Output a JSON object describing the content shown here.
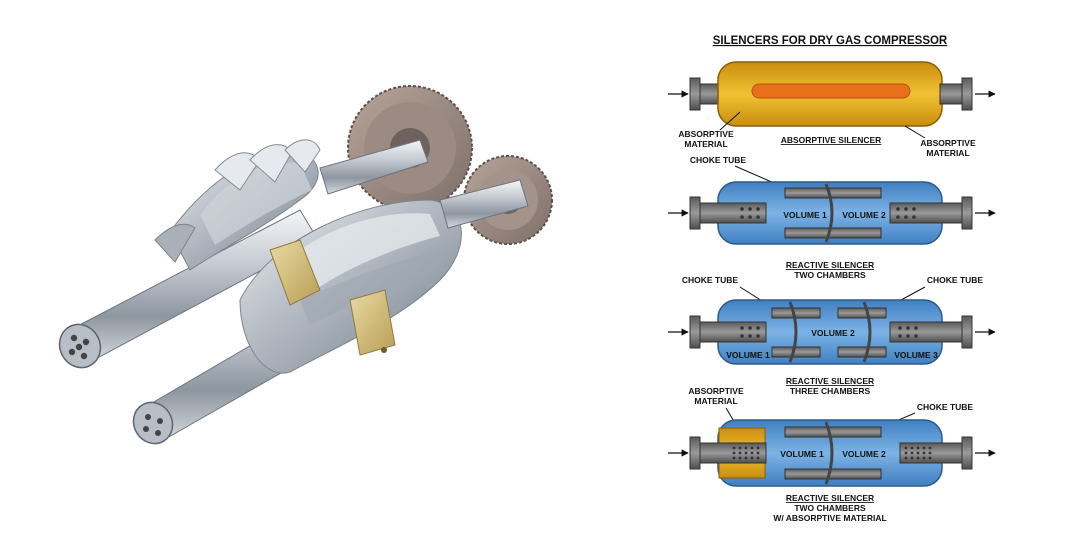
{
  "title": "SILENCERS FOR DRY GAS COMPRESSOR",
  "silencers": [
    {
      "caption": [
        "ABSORPTIVE SILENCER"
      ],
      "callouts": {
        "left": [
          "ABSORPTIVE",
          "MATERIAL"
        ],
        "right": [
          "ABSORPTIVE",
          "MATERIAL"
        ]
      }
    },
    {
      "caption": [
        "REACTIVE SILENCER",
        "TWO CHAMBERS"
      ],
      "callouts": {
        "top": "CHOKE TUBE"
      },
      "volumes": [
        "VOLUME 1",
        "VOLUME 2"
      ]
    },
    {
      "caption": [
        "REACTIVE SILENCER",
        "THREE CHAMBERS"
      ],
      "callouts": {
        "left": "CHOKE TUBE",
        "right": "CHOKE TUBE"
      },
      "volumes": [
        "VOLUME 1",
        "VOLUME 2",
        "VOLUME 3"
      ]
    },
    {
      "caption": [
        "REACTIVE SILENCER",
        "TWO CHAMBERS",
        "W/ ABSORPTIVE MATERIAL"
      ],
      "callouts": {
        "left": [
          "ABSORPTIVE",
          "MATERIAL"
        ],
        "right": "CHOKE TUBE"
      },
      "volumes": [
        "VOLUME 1",
        "VOLUME 2"
      ]
    }
  ],
  "colors": {
    "absorptive_fill": "#e8b21a",
    "absorptive_core": "#e8701a",
    "reactive_fill": "#5b9bd5",
    "pipe": "#7a7a7a",
    "metal": "#c9cdd3"
  },
  "illustration": "twin-screw-compressor-rotors"
}
